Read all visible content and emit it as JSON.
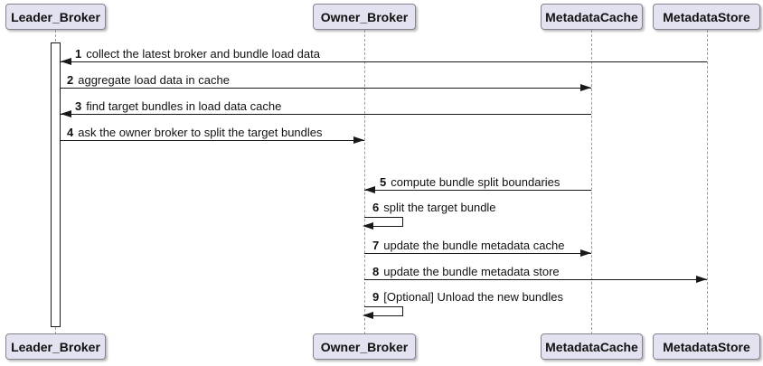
{
  "diagram_title": "",
  "participants": [
    {
      "name": "Leader_Broker"
    },
    {
      "name": "Owner_Broker"
    },
    {
      "name": "MetadataCache"
    },
    {
      "name": "MetadataStore"
    }
  ],
  "messages": [
    {
      "num": "1",
      "text": "collect the latest broker and bundle load data",
      "from": "MetadataStore",
      "to": "Leader_Broker",
      "direction": "left"
    },
    {
      "num": "2",
      "text": "aggregate load data in cache",
      "from": "Leader_Broker",
      "to": "MetadataCache",
      "direction": "right"
    },
    {
      "num": "3",
      "text": "find target bundles in load data cache",
      "from": "MetadataCache",
      "to": "Leader_Broker",
      "direction": "left"
    },
    {
      "num": "4",
      "text": "ask the owner broker to split the target bundles",
      "from": "Leader_Broker",
      "to": "Owner_Broker",
      "direction": "right"
    },
    {
      "num": "5",
      "text": "compute bundle split boundaries",
      "from": "MetadataCache",
      "to": "Owner_Broker",
      "direction": "left"
    },
    {
      "num": "6",
      "text": "split the target bundle",
      "from": "Owner_Broker",
      "to": "Owner_Broker",
      "direction": "self"
    },
    {
      "num": "7",
      "text": "update the bundle metadata cache",
      "from": "Owner_Broker",
      "to": "MetadataCache",
      "direction": "right"
    },
    {
      "num": "8",
      "text": "update the bundle metadata store",
      "from": "Owner_Broker",
      "to": "MetadataStore",
      "direction": "right"
    },
    {
      "num": "9",
      "text": "[Optional] Unload the new bundles",
      "from": "Owner_Broker",
      "to": "Owner_Broker",
      "direction": "self"
    }
  ],
  "colors": {
    "participant_fill": "#E2E2F0",
    "participant_border": "#83838F",
    "lifeline": "#9A9A9A",
    "arrow": "#181818",
    "text": "#111111",
    "background": "#FFFFFF"
  }
}
